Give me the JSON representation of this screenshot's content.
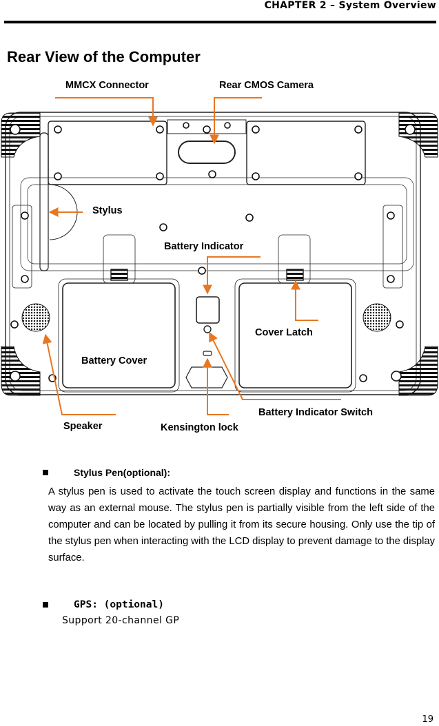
{
  "header": {
    "chapter": "CHAPTER 2 – System Overview"
  },
  "section_title": "Rear View of the Computer",
  "figure_labels": {
    "mmcx": "MMCX Connector",
    "camera": "Rear CMOS Camera",
    "stylus": "Stylus",
    "battery_indicator": "Battery Indicator",
    "cover_latch": "Cover Latch",
    "battery_cover": "Battery Cover",
    "battery_indicator_switch": "Battery Indicator Switch",
    "speaker": "Speaker",
    "kensington": "Kensington lock"
  },
  "colors": {
    "callout": "#e87722",
    "device_line": "#222222",
    "fill_gray": "#cccccc"
  },
  "stylus_section": {
    "title": "Stylus Pen(optional):",
    "body": "A stylus pen is used to activate the touch screen display and functions in the same way as an external mouse. The stylus pen is partially visible from the left side of the computer and can be located by pulling it from its secure housing. Only use the tip of the stylus pen when interacting with the LCD display to prevent damage to the display surface."
  },
  "gps_section": {
    "title": "GPS: (optional)",
    "body": "Support 20-channel GP"
  },
  "page_number": "19"
}
